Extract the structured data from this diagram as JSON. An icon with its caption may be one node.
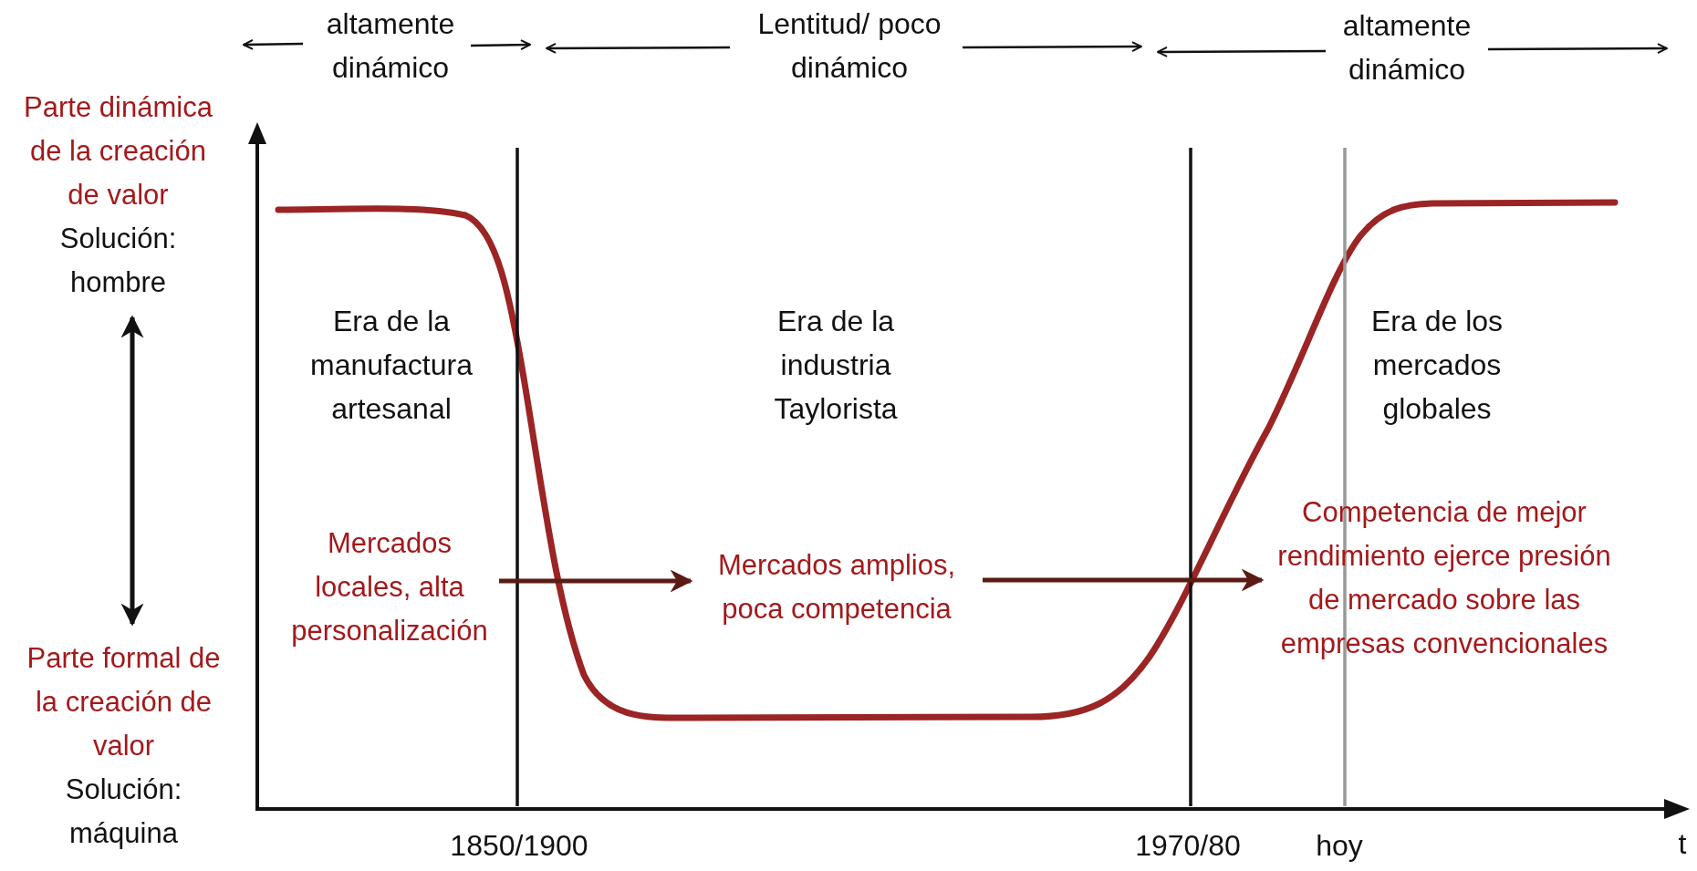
{
  "diagram": {
    "nodes": [
      {
        "text": [
          "Parte dinámica de la creación de valor",
          "Solución: hombre"
        ]
      },
      {
        "text": [
          "Parte formal de la creación de valor",
          "Solución: máquina"
        ]
      },
      {
        "text": [
          "Mercados locales, alta personalización"
        ]
      },
      {
        "text": [
          "Mercados amplios, poca competencia"
        ]
      },
      {
        "text": [
          "Competencia de mejor rendimiento ejerce presión de mercado sobre las empresas convencionales"
        ]
      }
    ],
    "edges": [
      {
        "from": 0,
        "to": 1,
        "arrow": "both"
      },
      {
        "from": 2,
        "to": 3,
        "arrow": "to",
        "color": "#5c1a14"
      },
      {
        "from": 3,
        "to": 4,
        "arrow": "to",
        "color": "#5c1a14"
      }
    ],
    "labels": [
      "altamente dinámico",
      "Lentitud/ poco dinámico",
      "altamente dinámico",
      "Era de la manufactura artesanal",
      "Era de la industria Taylorista",
      "Era de los mercados globales",
      "1850/1900",
      "1970/80",
      "hoy",
      "t"
    ]
  }
}
